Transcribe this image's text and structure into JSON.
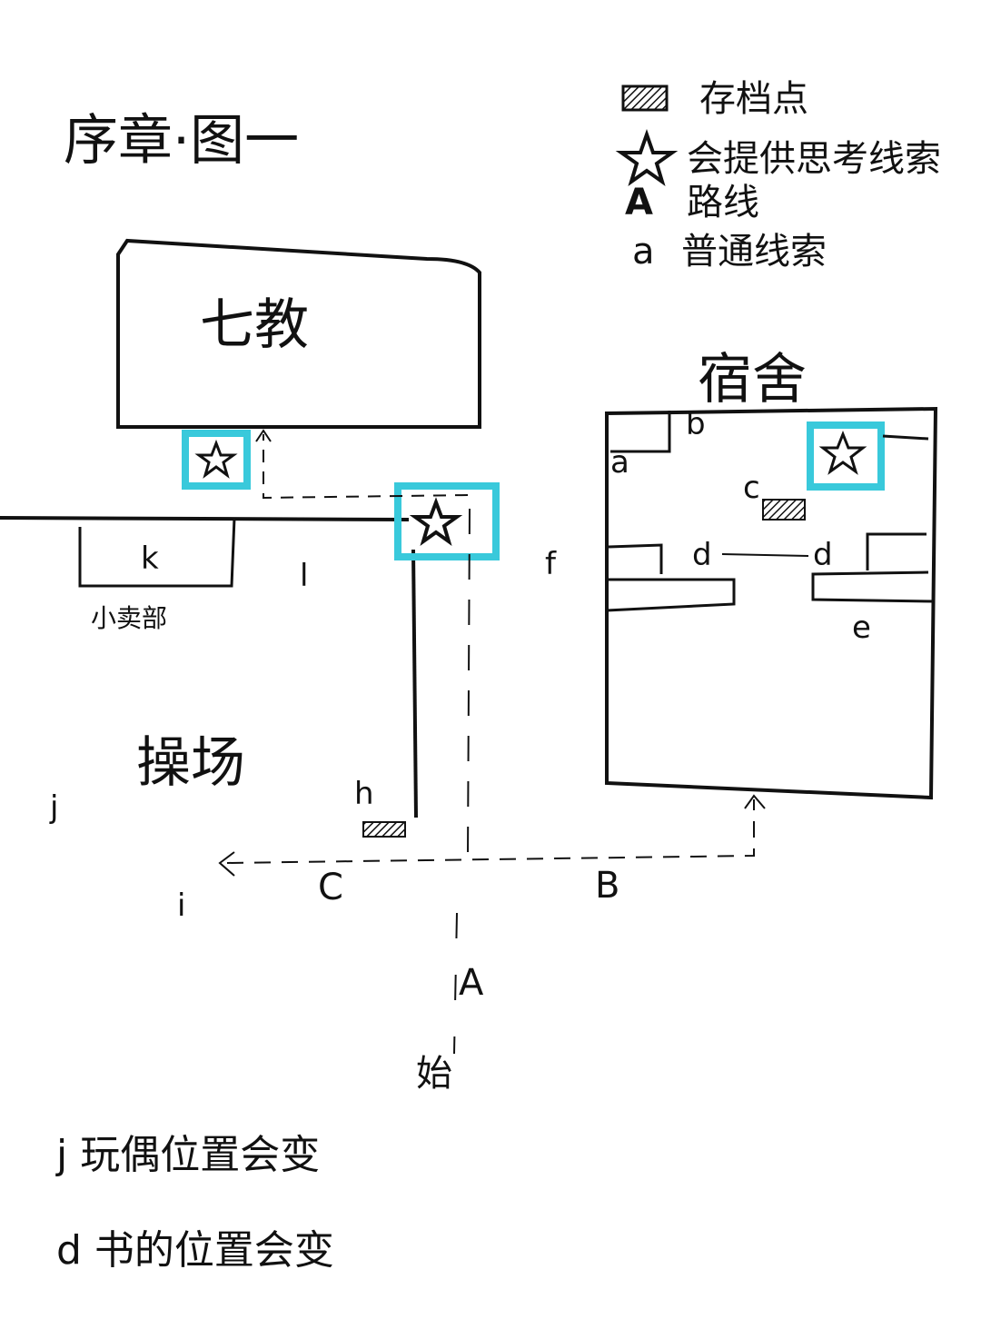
{
  "title": "序章·图一",
  "legend": {
    "save_point": "存档点",
    "hint_star": "会提供思考线索",
    "route_symbol": "A",
    "route_label": "路线",
    "clue_symbol": "a",
    "clue_label": "普通线索"
  },
  "buildings": {
    "teaching": "七教",
    "dorm": "宿舍",
    "shop_letter": "k",
    "shop": "小卖部",
    "playground": "操场"
  },
  "letters": {
    "a": "a",
    "b": "b",
    "c": "c",
    "d1": "d",
    "d2": "d",
    "e": "e",
    "f": "f",
    "h": "h",
    "i": "i",
    "j": "j",
    "l": "l"
  },
  "routes": {
    "A": "A",
    "B": "B",
    "C": "C",
    "start": "始"
  },
  "notes": [
    "j 玩偶位置会变",
    "d 书的位置会变"
  ],
  "colors": {
    "ink": "#111111",
    "highlight": "#39c9db"
  },
  "icons": [
    "hatched-rect-icon",
    "star-icon"
  ]
}
